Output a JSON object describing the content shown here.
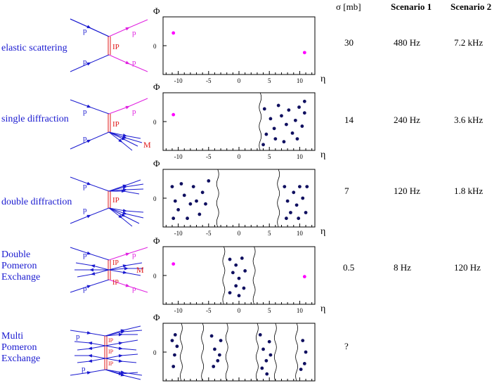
{
  "header": {
    "sigma": "σ [mb]",
    "scenario1": "Scenario 1",
    "scenario2": "Scenario 2"
  },
  "axes": {
    "y_symbol": "Φ",
    "x_symbol": "η",
    "y_tick": "0",
    "x_ticks": [
      "-10",
      "-5",
      "0",
      "5",
      "10"
    ]
  },
  "diagram_labels": {
    "proton": "p",
    "pomeron": "IP",
    "mass": "M"
  },
  "rows": [
    {
      "label_lines": [
        "elastic scattering"
      ],
      "sigma": "30",
      "s1": "480 Hz",
      "s2": "7.2 kHz"
    },
    {
      "label_lines": [
        "single diffraction"
      ],
      "sigma": "14",
      "s1": "240 Hz",
      "s2": "3.6 kHz"
    },
    {
      "label_lines": [
        "double diffraction"
      ],
      "sigma": "7",
      "s1": "120 Hz",
      "s2": "1.8 kHz"
    },
    {
      "label_lines": [
        "Double",
        "Pomeron",
        "Exchange"
      ],
      "sigma": "0.5",
      "s1": "8 Hz",
      "s2": "120 Hz"
    },
    {
      "label_lines": [
        "Multi",
        "Pomeron",
        "Exchange"
      ],
      "sigma": "?",
      "s1": "",
      "s2": ""
    }
  ],
  "colors": {
    "label": "#1a1ad0",
    "pomeron": "#e01818",
    "proton_out": "#e020e0",
    "dot": "#101060",
    "elastic_dot": "#ff00ff"
  }
}
